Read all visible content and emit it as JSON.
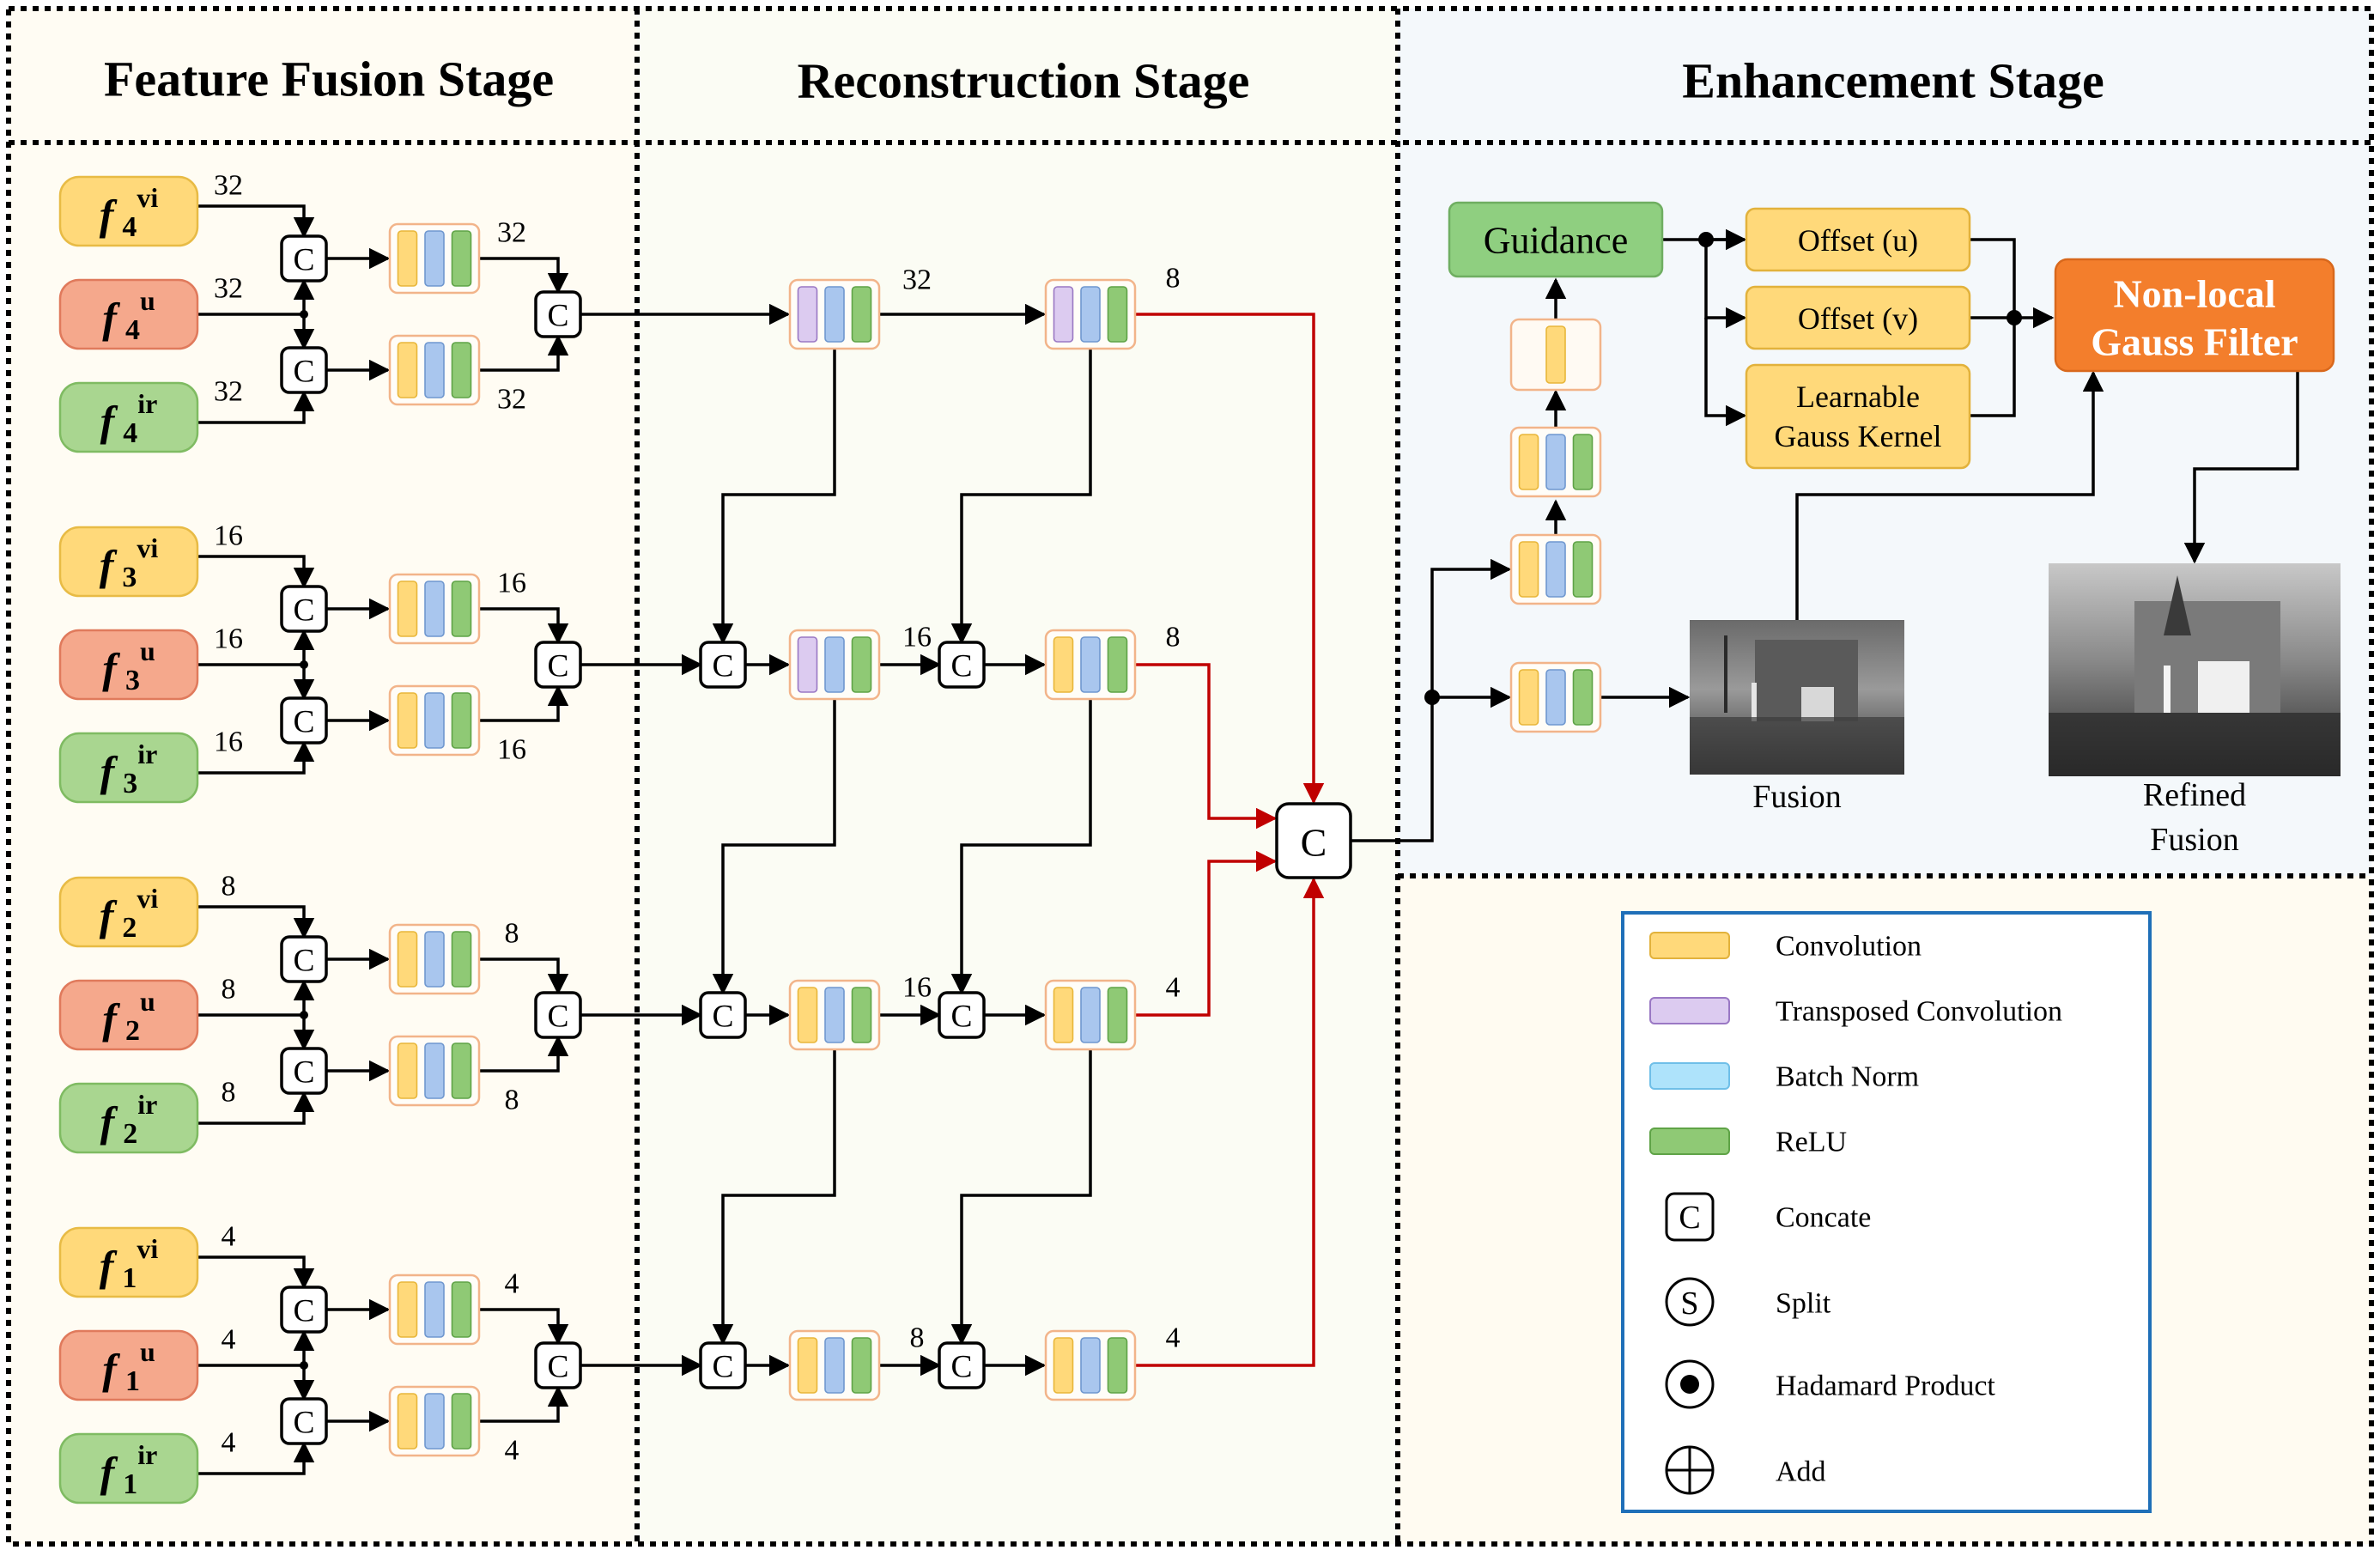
{
  "stages": {
    "fusion": "Feature Fusion Stage",
    "reconstruction": "Reconstruction Stage",
    "enhancement": "Enhancement Stage"
  },
  "feature_groups": [
    {
      "level": "4",
      "channels": "32",
      "mid_channels": "32"
    },
    {
      "level": "3",
      "channels": "16",
      "mid_channels": "16"
    },
    {
      "level": "2",
      "channels": "8",
      "mid_channels": "8"
    },
    {
      "level": "1",
      "channels": "4",
      "mid_channels": "4"
    }
  ],
  "feature_inputs": [
    {
      "base": "f",
      "sup": "vi"
    },
    {
      "base": "f",
      "sup": "u"
    },
    {
      "base": "f",
      "sup": "ir"
    }
  ],
  "concat_symbol": "C",
  "reconstruction_labels": {
    "row1_a": "32",
    "row1_b": "8",
    "row2_a": "16",
    "row2_b": "8",
    "row3_a": "16",
    "row3_b": "4",
    "row4_a": "8",
    "row4_b": "4"
  },
  "enhancement": {
    "guidance": "Guidance",
    "offset_u": "Offset (u)",
    "offset_v": "Offset (v)",
    "kernel_line1": "Learnable",
    "kernel_line2": "Gauss Kernel",
    "filter_line1": "Non-local",
    "filter_line2": "Gauss Filter",
    "fusion_label": "Fusion",
    "refined_line1": "Refined",
    "refined_line2": "Fusion"
  },
  "legend": [
    {
      "key": "conv",
      "label": "Convolution"
    },
    {
      "key": "tconv",
      "label": "Transposed Convolution"
    },
    {
      "key": "bn",
      "label": "Batch Norm"
    },
    {
      "key": "relu",
      "label": "ReLU"
    },
    {
      "key": "concat",
      "label": "Concate",
      "symbol": "C"
    },
    {
      "key": "split",
      "label": "Split",
      "symbol": "S"
    },
    {
      "key": "hadamard",
      "label": "Hadamard Product"
    },
    {
      "key": "add",
      "label": "Add"
    }
  ],
  "colors": {
    "panel_left": "#fffcf3",
    "panel_mid": "#fbfcf4",
    "panel_right_top": "#f4f8fb",
    "panel_right_bottom": "#fffbf1",
    "feat_vi": "#ffd97a",
    "feat_u": "#f5a88c",
    "feat_ir": "#a9d690",
    "conv": "#ffd97a",
    "tconv": "#dccbf0",
    "bn": "#a9c6ee",
    "bn_legend": "#aee3fb",
    "relu": "#8fc975",
    "guidance": "#8fcf80",
    "offset": "#ffd97a",
    "filter": "#f37e2c",
    "red_arrow": "#c00000",
    "legend_border": "#1f6fb8"
  }
}
